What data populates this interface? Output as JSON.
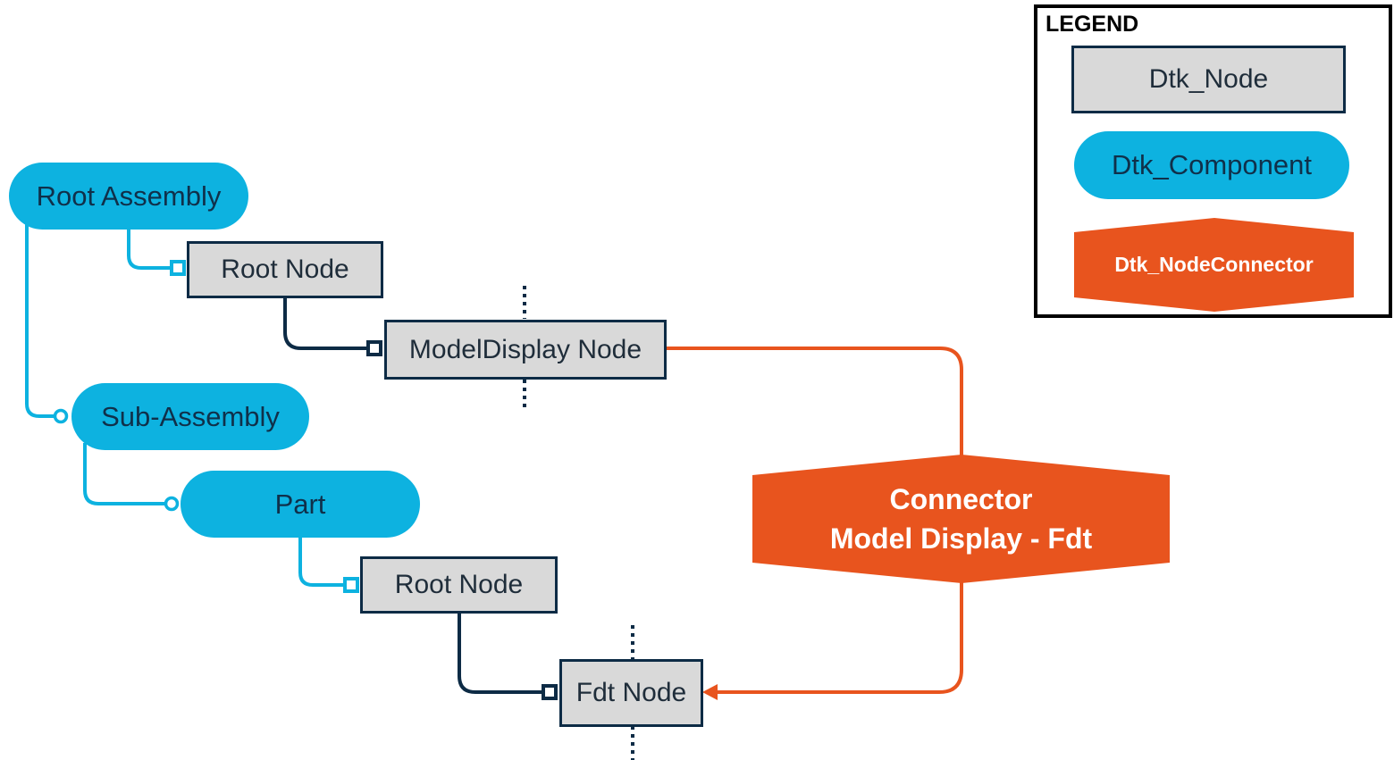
{
  "colors": {
    "node_fill": "#d9d9d9",
    "node_border": "#0d2b45",
    "component_fill": "#0db2e0",
    "component_link": "#0db2e0",
    "node_link": "#0d2b45",
    "connector_fill": "#e8541e"
  },
  "components": {
    "root_assembly": "Root Assembly",
    "sub_assembly": "Sub-Assembly",
    "part": "Part"
  },
  "nodes": {
    "root_node_top": "Root Node",
    "modeldisplay_node": "ModelDisplay Node",
    "root_node_part": "Root Node",
    "fdt_node": "Fdt Node"
  },
  "connector": {
    "line1": "Connector",
    "line2": "Model Display - Fdt"
  },
  "legend": {
    "title": "LEGEND",
    "node_label": "Dtk_Node",
    "component_label": "Dtk_Component",
    "connector_label": "Dtk_NodeConnector"
  }
}
